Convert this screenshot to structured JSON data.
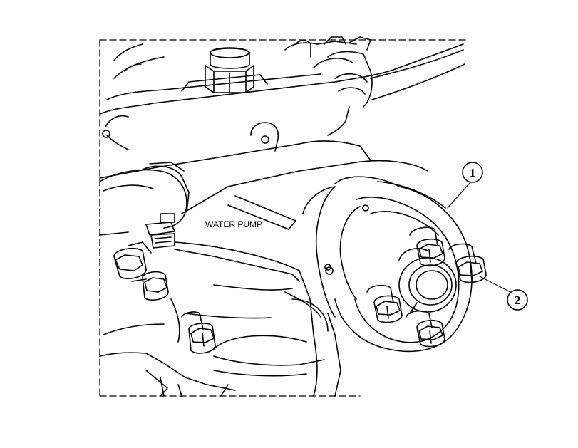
{
  "labels": {
    "component": "WATER PUMP"
  },
  "callouts": [
    {
      "number": "1"
    },
    {
      "number": "2"
    }
  ],
  "colors": {
    "line": "#000000",
    "background": "#ffffff"
  }
}
